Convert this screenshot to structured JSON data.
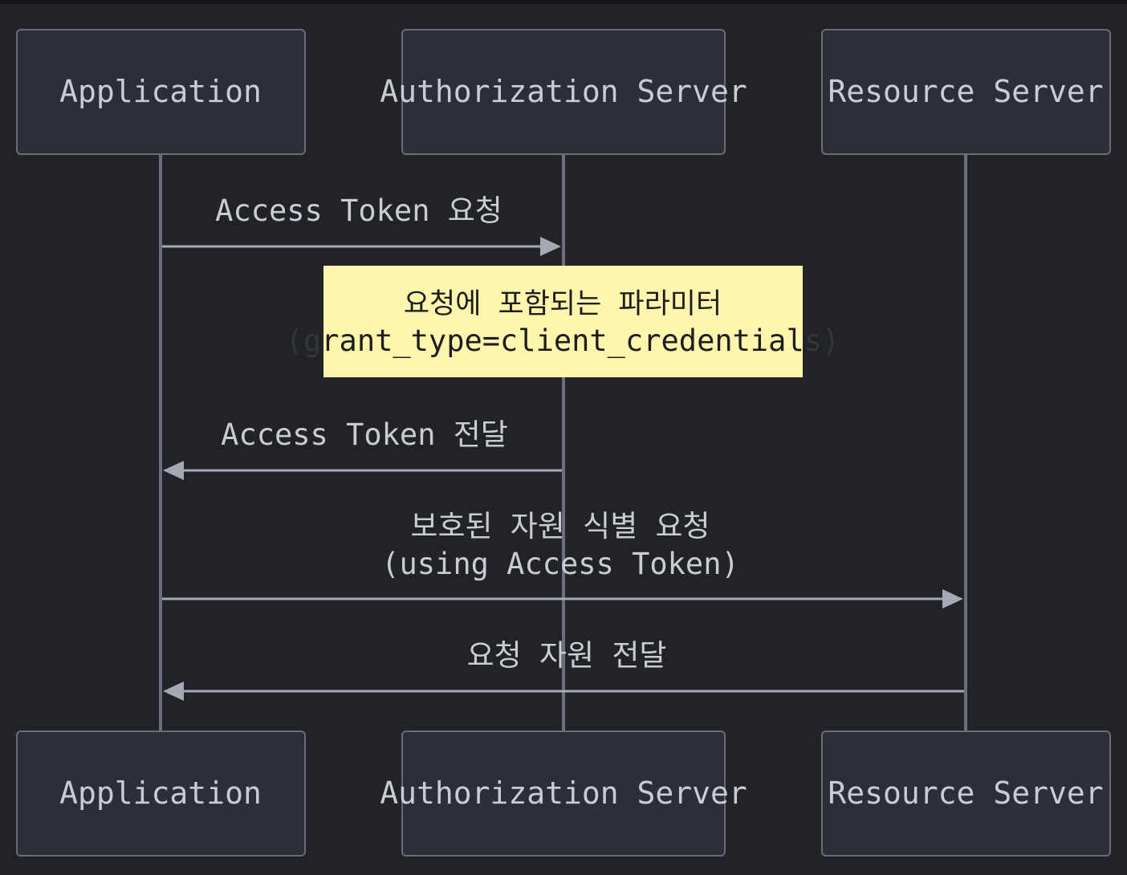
{
  "participants": [
    {
      "id": "app",
      "label": "Application"
    },
    {
      "id": "auth",
      "label": "Authorization Server"
    },
    {
      "id": "res",
      "label": "Resource Server"
    }
  ],
  "messages": [
    {
      "from": "app",
      "to": "auth",
      "line1": "Access Token 요청",
      "line2": ""
    },
    {
      "from": "auth",
      "to": "app",
      "line1": "Access Token 전달",
      "line2": ""
    },
    {
      "from": "app",
      "to": "res",
      "line1": "보호된 자원 식별 요청",
      "line2": "(using Access Token)"
    },
    {
      "from": "res",
      "to": "app",
      "line1": "요청 자원 전달",
      "line2": ""
    }
  ],
  "note": {
    "line1": "요청에 포함되는 파라미터",
    "line2": "(grant_type=client_credentials)"
  },
  "colors": {
    "background": "#222329",
    "actor_fill": "#2d2f37",
    "actor_border": "#6a6d78",
    "line": "#6b6f7c",
    "arrow": "#a6a9b3",
    "note_fill": "#fff5ad",
    "text": "#c9ccd3"
  }
}
